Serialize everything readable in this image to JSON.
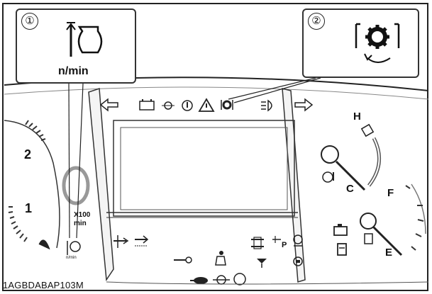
{
  "callouts": [
    {
      "number": "①",
      "text": "n/min",
      "icon": "engine-speed-warning-icon"
    },
    {
      "number": "②",
      "icon": "gear-service-icon"
    }
  ],
  "tachometer": {
    "scale": [
      "2",
      "1"
    ],
    "multiplier": "X100",
    "unit": "min",
    "unit_small": "n/min",
    "icon_label": "n/min"
  },
  "gauges": {
    "temperature": {
      "high": "H",
      "low": "C"
    },
    "fuel": {
      "full": "F",
      "empty": "E"
    }
  },
  "indicators": {
    "top_row": [
      "arrow-left-icon",
      "battery-icon",
      "oil-pressure-icon",
      "glow-plug-icon",
      "warning-triangle-icon",
      "service-gear-icon",
      "headlight-icon",
      "arrow-right-icon"
    ],
    "lower_left": [
      "pto-icon",
      "pto-auto-icon",
      "key-icon"
    ],
    "lower_middle": [
      "seat-operator-icon",
      "turtle-icon",
      "engine-icon",
      "parking-icon"
    ],
    "lower_right": [
      "four-wheel-drive-icon",
      "brake-p-icon",
      "ignition-icon",
      "hydraulic-icon",
      "fuel-pump-icon"
    ],
    "brake_letter": "P"
  },
  "figure_code": "1AGBDABAP103M",
  "colors": {
    "line": "#222222",
    "background": "#ffffff"
  }
}
